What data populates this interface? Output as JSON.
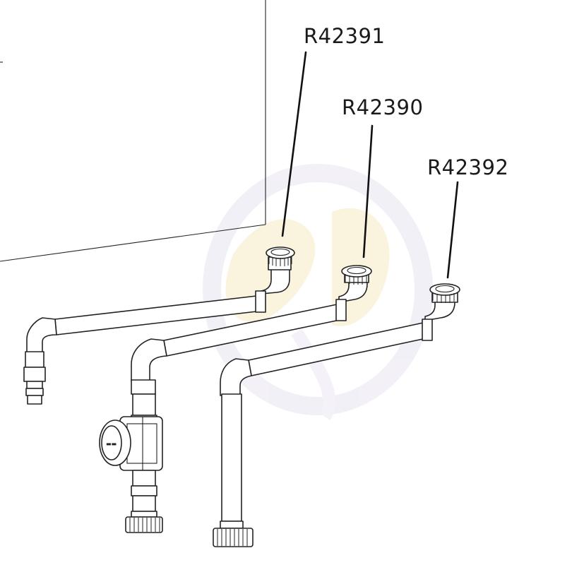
{
  "labels": {
    "r42391": "R42391",
    "r42390": "R42390",
    "r42392": "R42392"
  },
  "colors": {
    "line": "#222222",
    "background": "#ffffff",
    "watermark": "#f2e7b8"
  }
}
